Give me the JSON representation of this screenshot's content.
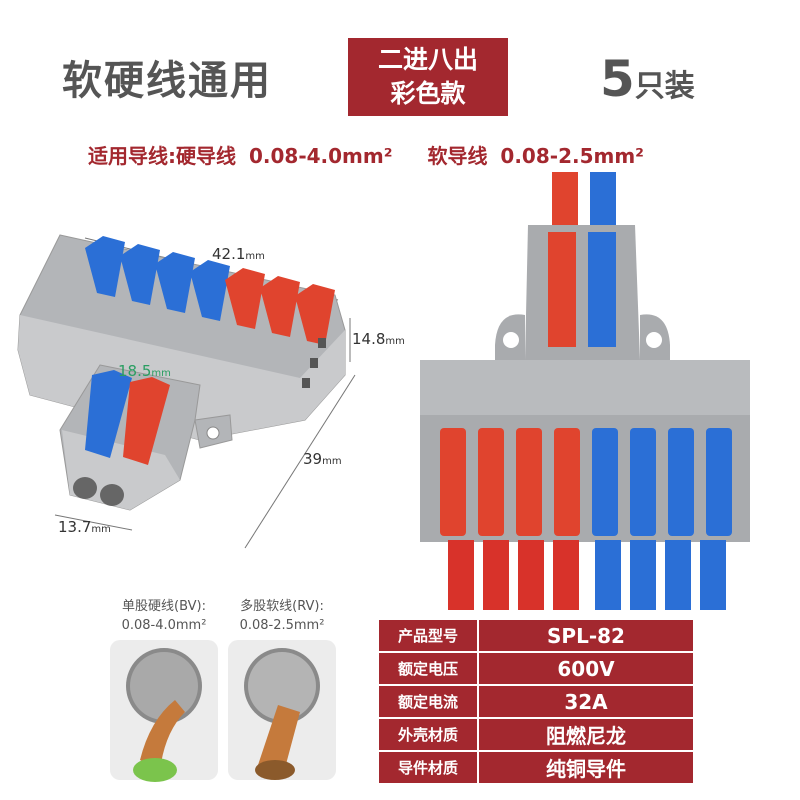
{
  "header": {
    "title": "软硬线通用",
    "badge_line1": "二进八出",
    "badge_line2": "彩色款",
    "qty_number": "5",
    "qty_unit": "只装"
  },
  "wire_spec": {
    "hard_label": "适用导线:硬导线",
    "hard_range": "0.08-4.0mm²",
    "soft_label": "软导线",
    "soft_range": "0.08-2.5mm²"
  },
  "dimensions": {
    "length": "42.1",
    "height": "14.8",
    "inlet_width": "18.5",
    "depth": "39",
    "inlet_body": "13.7",
    "unit": "mm"
  },
  "wire_types": [
    {
      "label": "单股硬线(BV):",
      "range": "0.08-4.0mm²"
    },
    {
      "label": "多股软线(RV):",
      "range": "0.08-2.5mm²"
    }
  ],
  "spec_table": [
    {
      "key": "产品型号",
      "value": "SPL-82"
    },
    {
      "key": "额定电压",
      "value": "600V"
    },
    {
      "key": "额定电流",
      "value": "32A"
    },
    {
      "key": "外壳材质",
      "value": "阻燃尼龙"
    },
    {
      "key": "导件材质",
      "value": "纯铜导件"
    }
  ],
  "colors": {
    "accent_red": "#a3282f",
    "lever_blue": "#2b6fd6",
    "lever_red": "#e0442e",
    "housing_gray": "#a9abae"
  }
}
